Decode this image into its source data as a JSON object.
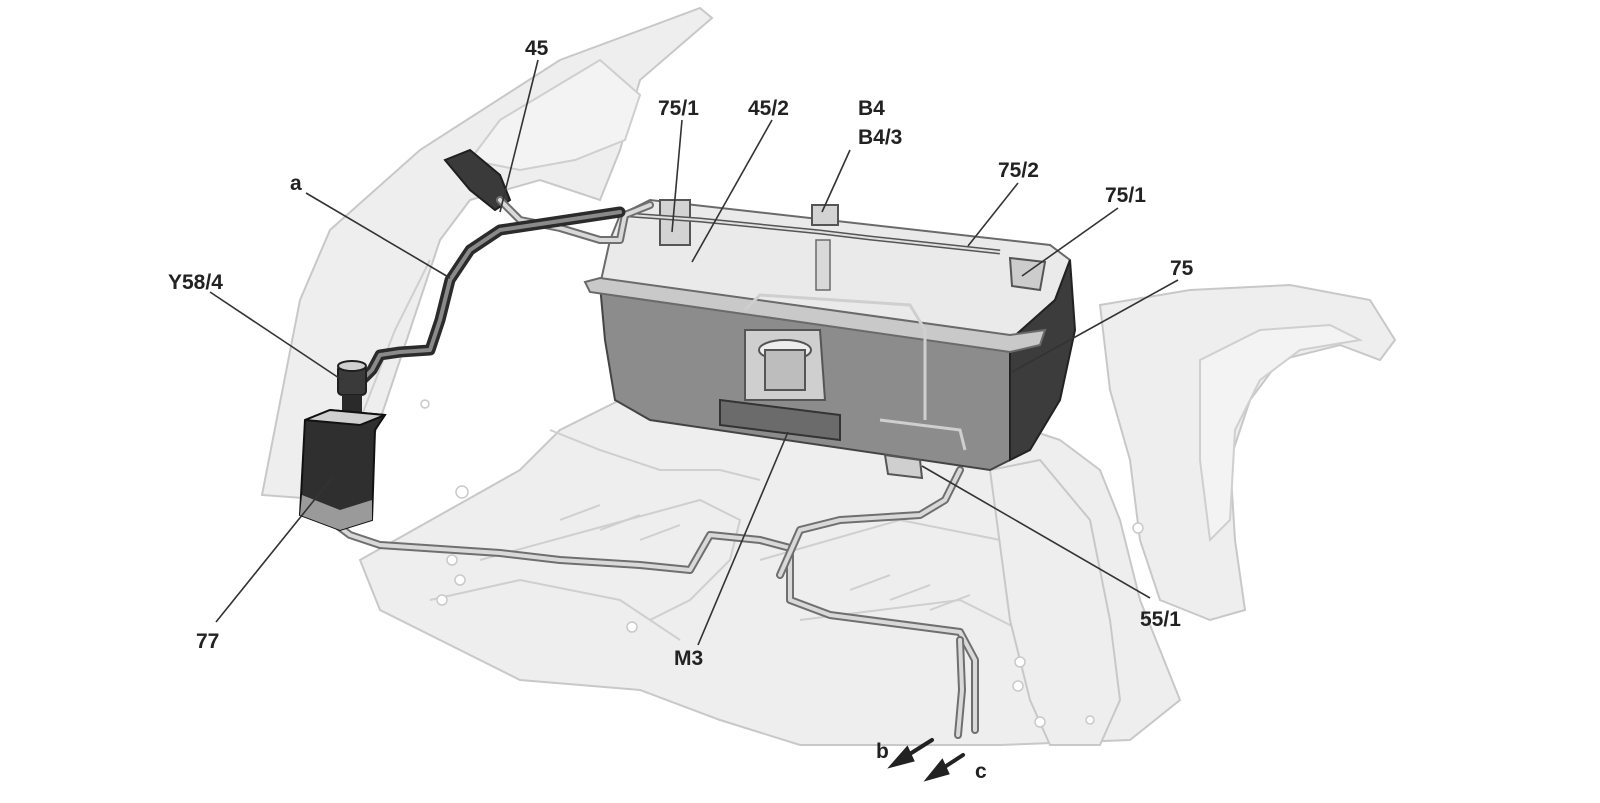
{
  "callouts": {
    "label_45": "45",
    "label_75_1_top": "75/1",
    "label_45_2": "45/2",
    "label_b4": "B4",
    "label_b4_3": "B4/3",
    "label_75_2": "75/2",
    "label_75_1_right": "75/1",
    "label_75": "75",
    "label_a": "a",
    "label_y58_4": "Y58/4",
    "label_77": "77",
    "label_m3": "M3",
    "label_55_1": "55/1",
    "label_b": "b",
    "label_c": "c"
  },
  "colors": {
    "tank_dark": "#3c3c3c",
    "tank_mid": "#8c8c8c",
    "body_ghost": "#eeeeee",
    "line": "#222222"
  }
}
